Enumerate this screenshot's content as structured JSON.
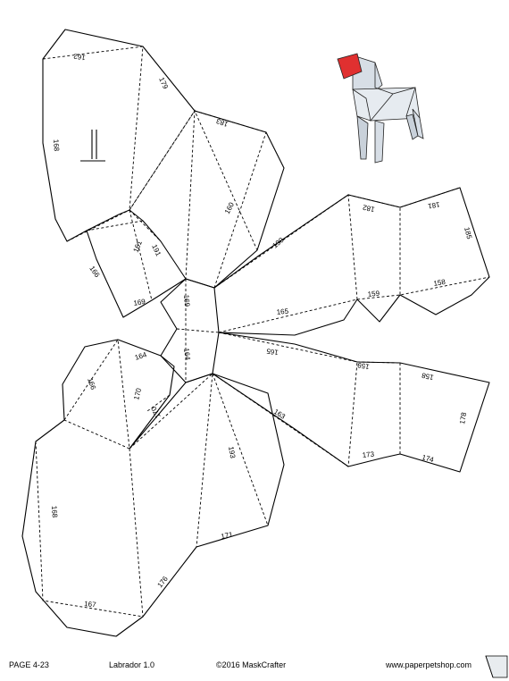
{
  "labels": {
    "l162": "162",
    "l179": "179",
    "l168a": "168",
    "l183": "183",
    "l160": "160",
    "l161": "161",
    "l191": "191",
    "l166a": "166",
    "l169a": "169",
    "l169b": "169",
    "l190": "190",
    "l182": "182",
    "l181": "181",
    "l185a": "185",
    "l159a": "159",
    "l158a": "158",
    "l165a": "165",
    "l164a": "164",
    "l166b": "166",
    "l170a": "170",
    "l170b": "170",
    "l164b": "164",
    "l165b": "165",
    "l159b": "159",
    "l158b": "158",
    "l163": "163",
    "l178": "178",
    "l173": "173",
    "l174": "174",
    "l193": "193",
    "l168b": "168",
    "l171": "171",
    "l176": "176",
    "l167": "167"
  },
  "footer": {
    "page": "PAGE 4-23",
    "model": "Labrador 1.0",
    "copyright": "©2016 MaskCrafter",
    "website": "www.paperpetshop.com"
  },
  "colors": {
    "nose": "#e03030",
    "body": "#d7dee6",
    "line": "#000000"
  }
}
